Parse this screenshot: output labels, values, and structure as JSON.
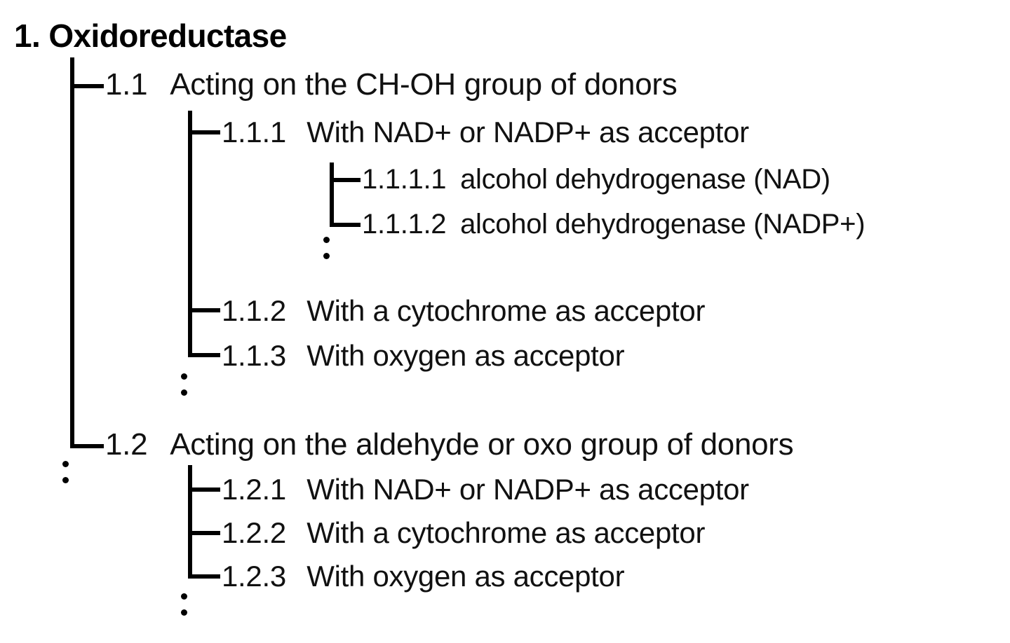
{
  "figure": {
    "kind": "enzyme-classification-tree",
    "root": {
      "code": "1.",
      "label": "Oxidoreductase"
    },
    "nodes": [
      {
        "id": "1.1",
        "code": "1.1",
        "label": "Acting on the CH-OH group of donors",
        "level": 1
      },
      {
        "id": "1.1.1",
        "code": "1.1.1",
        "label": "With NAD+ or NADP+ as acceptor",
        "level": 2
      },
      {
        "id": "1.1.1.1",
        "code": "1.1.1.1",
        "label": "alcohol dehydrogenase (NAD)",
        "level": 3
      },
      {
        "id": "1.1.1.2",
        "code": "1.1.1.2",
        "label": "alcohol dehydrogenase (NADP+)",
        "level": 3
      },
      {
        "id": "1.1.2",
        "code": "1.1.2",
        "label": "With a cytochrome as acceptor",
        "level": 2
      },
      {
        "id": "1.1.3",
        "code": "1.1.3",
        "label": "With oxygen as acceptor",
        "level": 2
      },
      {
        "id": "1.2",
        "code": "1.2",
        "label": "Acting on the aldehyde or oxo group of donors",
        "level": 1
      },
      {
        "id": "1.2.1",
        "code": "1.2.1",
        "label": "With NAD+ or NADP+ as acceptor",
        "level": 2
      },
      {
        "id": "1.2.2",
        "code": "1.2.2",
        "label": "With a cytochrome as acceptor",
        "level": 2
      },
      {
        "id": "1.2.3",
        "code": "1.2.3",
        "label": "With oxygen as acceptor",
        "level": 2
      }
    ],
    "continuation_markers": [
      {
        "id": "ellipsis-under-1.1.1.x",
        "meaning": "more sub-subclasses follow"
      },
      {
        "id": "ellipsis-under-1.1.x",
        "meaning": "more subclasses of 1.1 follow"
      },
      {
        "id": "ellipsis-under-1.x",
        "meaning": "more subclasses of 1 follow"
      },
      {
        "id": "ellipsis-under-1.2.x",
        "meaning": "more subclasses of 1.2 follow"
      }
    ],
    "colors": {
      "background": "#ffffff",
      "ink": "#000000",
      "stroke": "#000000"
    }
  }
}
